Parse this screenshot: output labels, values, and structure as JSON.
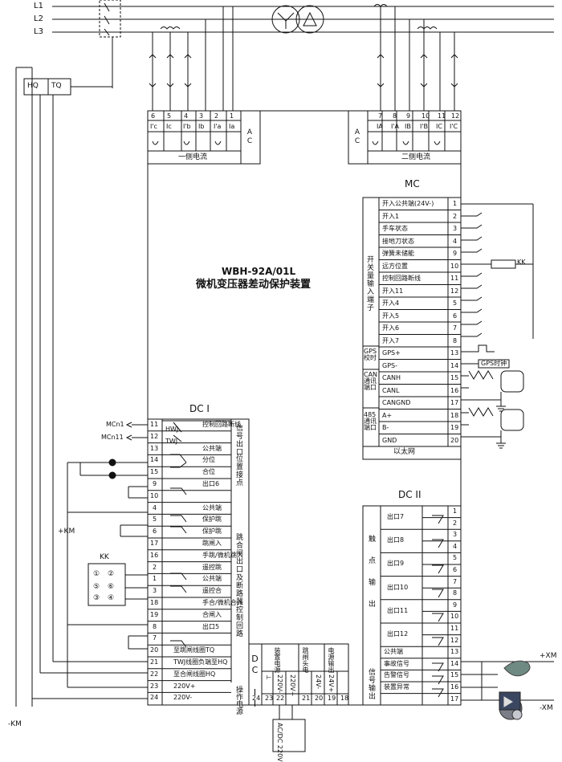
{
  "lines": [
    "L1",
    "L2",
    "L3"
  ],
  "breaker": {
    "hq": "HQ",
    "tq": "TQ"
  },
  "minus_km": "-KM",
  "plus_km": "+KM",
  "kk_label": "KK",
  "kk_contacts": [
    "①",
    "②",
    "⑤",
    "⑥",
    "③",
    "④"
  ],
  "ac_label": "AC",
  "ac1": {
    "numbers": [
      "6",
      "5",
      "4",
      "3",
      "2",
      "1"
    ],
    "labels": [
      "I'c",
      "Ic",
      "I'b",
      "Ib",
      "I'a",
      "Ia"
    ],
    "caption": "一侧电流"
  },
  "ac2": {
    "numbers": [
      "7",
      "8",
      "9",
      "10",
      "11",
      "12"
    ],
    "labels": [
      "IA",
      "I'A",
      "IB",
      "I'B",
      "IC",
      "I'C"
    ],
    "caption": "二侧电流"
  },
  "device": {
    "model": "WBH-92A/01L",
    "name": "微机变压器差动保护装置"
  },
  "mc": {
    "title": "MC",
    "group_label": "开关量输入端子",
    "rows": [
      {
        "num": "1",
        "label": "开入公共端(24V-)"
      },
      {
        "num": "2",
        "label": "开入1"
      },
      {
        "num": "3",
        "label": "手车状态"
      },
      {
        "num": "4",
        "label": "接地刀状态"
      },
      {
        "num": "9",
        "label": "弹簧未储能"
      },
      {
        "num": "10",
        "label": "远方位置"
      },
      {
        "num": "11",
        "label": "控制回路断线"
      },
      {
        "num": "12",
        "label": "开入11"
      },
      {
        "num": "5",
        "label": "开入4"
      },
      {
        "num": "6",
        "label": "开入5"
      },
      {
        "num": "7",
        "label": "开入6"
      },
      {
        "num": "8",
        "label": "开入7"
      },
      {
        "num": "13",
        "label": "GPS+"
      },
      {
        "num": "14",
        "label": "GPS-"
      },
      {
        "num": "15",
        "label": "CANH"
      },
      {
        "num": "16",
        "label": "CANL"
      },
      {
        "num": "17",
        "label": "CANGND"
      },
      {
        "num": "18",
        "label": "A+"
      },
      {
        "num": "19",
        "label": "B-"
      },
      {
        "num": "20",
        "label": "GND"
      }
    ],
    "gps_label": "GPS校时",
    "can_label": "CAN通讯端口",
    "rs485_label": "485通讯端口",
    "ethernet": "以太网",
    "gps_clock": "GPS时钟",
    "kk": "KK"
  },
  "dc1": {
    "title": "DC I",
    "rows": [
      {
        "num": "11",
        "label": "控制回路断线"
      },
      {
        "num": "12",
        "label": ""
      },
      {
        "num": "13",
        "label": "公共端"
      },
      {
        "num": "14",
        "label": "分位"
      },
      {
        "num": "15",
        "label": "合位"
      },
      {
        "num": "9",
        "label": "出口6"
      },
      {
        "num": "10",
        "label": ""
      },
      {
        "num": "4",
        "label": "公共端"
      },
      {
        "num": "5",
        "label": "保护跳"
      },
      {
        "num": "6",
        "label": "保护跳"
      },
      {
        "num": "17",
        "label": "跳闸入"
      },
      {
        "num": "16",
        "label": "手跳/微机跳入"
      },
      {
        "num": "2",
        "label": "遥控跳"
      },
      {
        "num": "1",
        "label": "公共端"
      },
      {
        "num": "3",
        "label": "遥控合"
      },
      {
        "num": "18",
        "label": "手合/微机合入"
      },
      {
        "num": "19",
        "label": "合闸入"
      },
      {
        "num": "8",
        "label": "出口5"
      },
      {
        "num": "7",
        "label": ""
      },
      {
        "num": "20",
        "label": "至跳闸线圈TQ"
      },
      {
        "num": "21",
        "label": "TWJ线圈负端至HQ"
      },
      {
        "num": "22",
        "label": "至合闸线圈HQ"
      },
      {
        "num": "23",
        "label": "220V+"
      },
      {
        "num": "24",
        "label": "220V-"
      }
    ],
    "hwj": "HWJ",
    "twj": "TWJ",
    "mcn1": "MCn1",
    "mcn11": "MCn11",
    "group_signal": "信号出口",
    "group_position": "位置接点",
    "group_trip": "跳合闸出口及断路器控制回路",
    "group_power": "操作电源"
  },
  "dc2": {
    "title": "DC II",
    "rows": [
      {
        "num": "1",
        "label": "出口7"
      },
      {
        "num": "2",
        "label": ""
      },
      {
        "num": "3",
        "label": "出口8"
      },
      {
        "num": "4",
        "label": ""
      },
      {
        "num": "5",
        "label": "出口9"
      },
      {
        "num": "6",
        "label": ""
      },
      {
        "num": "7",
        "label": "出口10"
      },
      {
        "num": "8",
        "label": ""
      },
      {
        "num": "9",
        "label": "出口11"
      },
      {
        "num": "10",
        "label": ""
      },
      {
        "num": "11",
        "label": "出口12"
      },
      {
        "num": "12",
        "label": ""
      },
      {
        "num": "13",
        "label": "公共端"
      },
      {
        "num": "14",
        "label": "事故信号"
      },
      {
        "num": "15",
        "label": "告警信号"
      },
      {
        "num": "16",
        "label": "装置异常"
      },
      {
        "num": "17",
        "label": ""
      }
    ],
    "contact_output": "触点输出",
    "signal_output": "信号输出",
    "plus_xm": "+XM",
    "minus_xm": "-XM"
  },
  "bottom": {
    "dc2_label": "DC II",
    "numbers": [
      "24",
      "23",
      "22",
      "21",
      "20",
      "19",
      "18"
    ],
    "values": [
      "⊥",
      "220V-",
      "220V+",
      "24V-",
      "24V+"
    ],
    "device_power": "装置电源",
    "trip_head": "跳闸头电",
    "power_out": "电源输出",
    "acdc": "AC/DC 220V"
  }
}
